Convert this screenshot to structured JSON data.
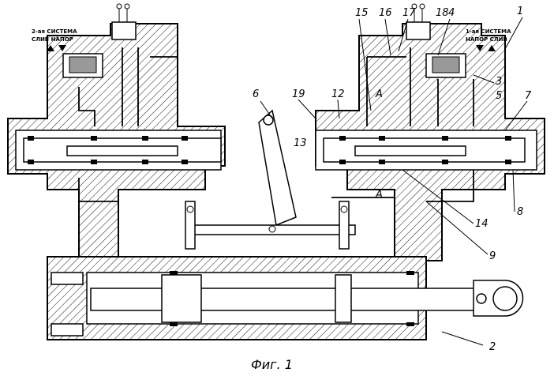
{
  "figure": {
    "caption": "Фиг. 1",
    "system_2": {
      "title": "2-ая СИСТЕМА",
      "ports": "СЛИВ  НАПОР"
    },
    "system_1": {
      "title": "1-ая СИСТЕМА",
      "ports": "НАПОР  СЛИВ"
    },
    "section_mark": "А",
    "labels": [
      "1",
      "2",
      "3",
      "4",
      "5",
      "6",
      "7",
      "8",
      "9",
      "12",
      "13",
      "14",
      "15",
      "16",
      "17",
      "18",
      "19"
    ]
  }
}
